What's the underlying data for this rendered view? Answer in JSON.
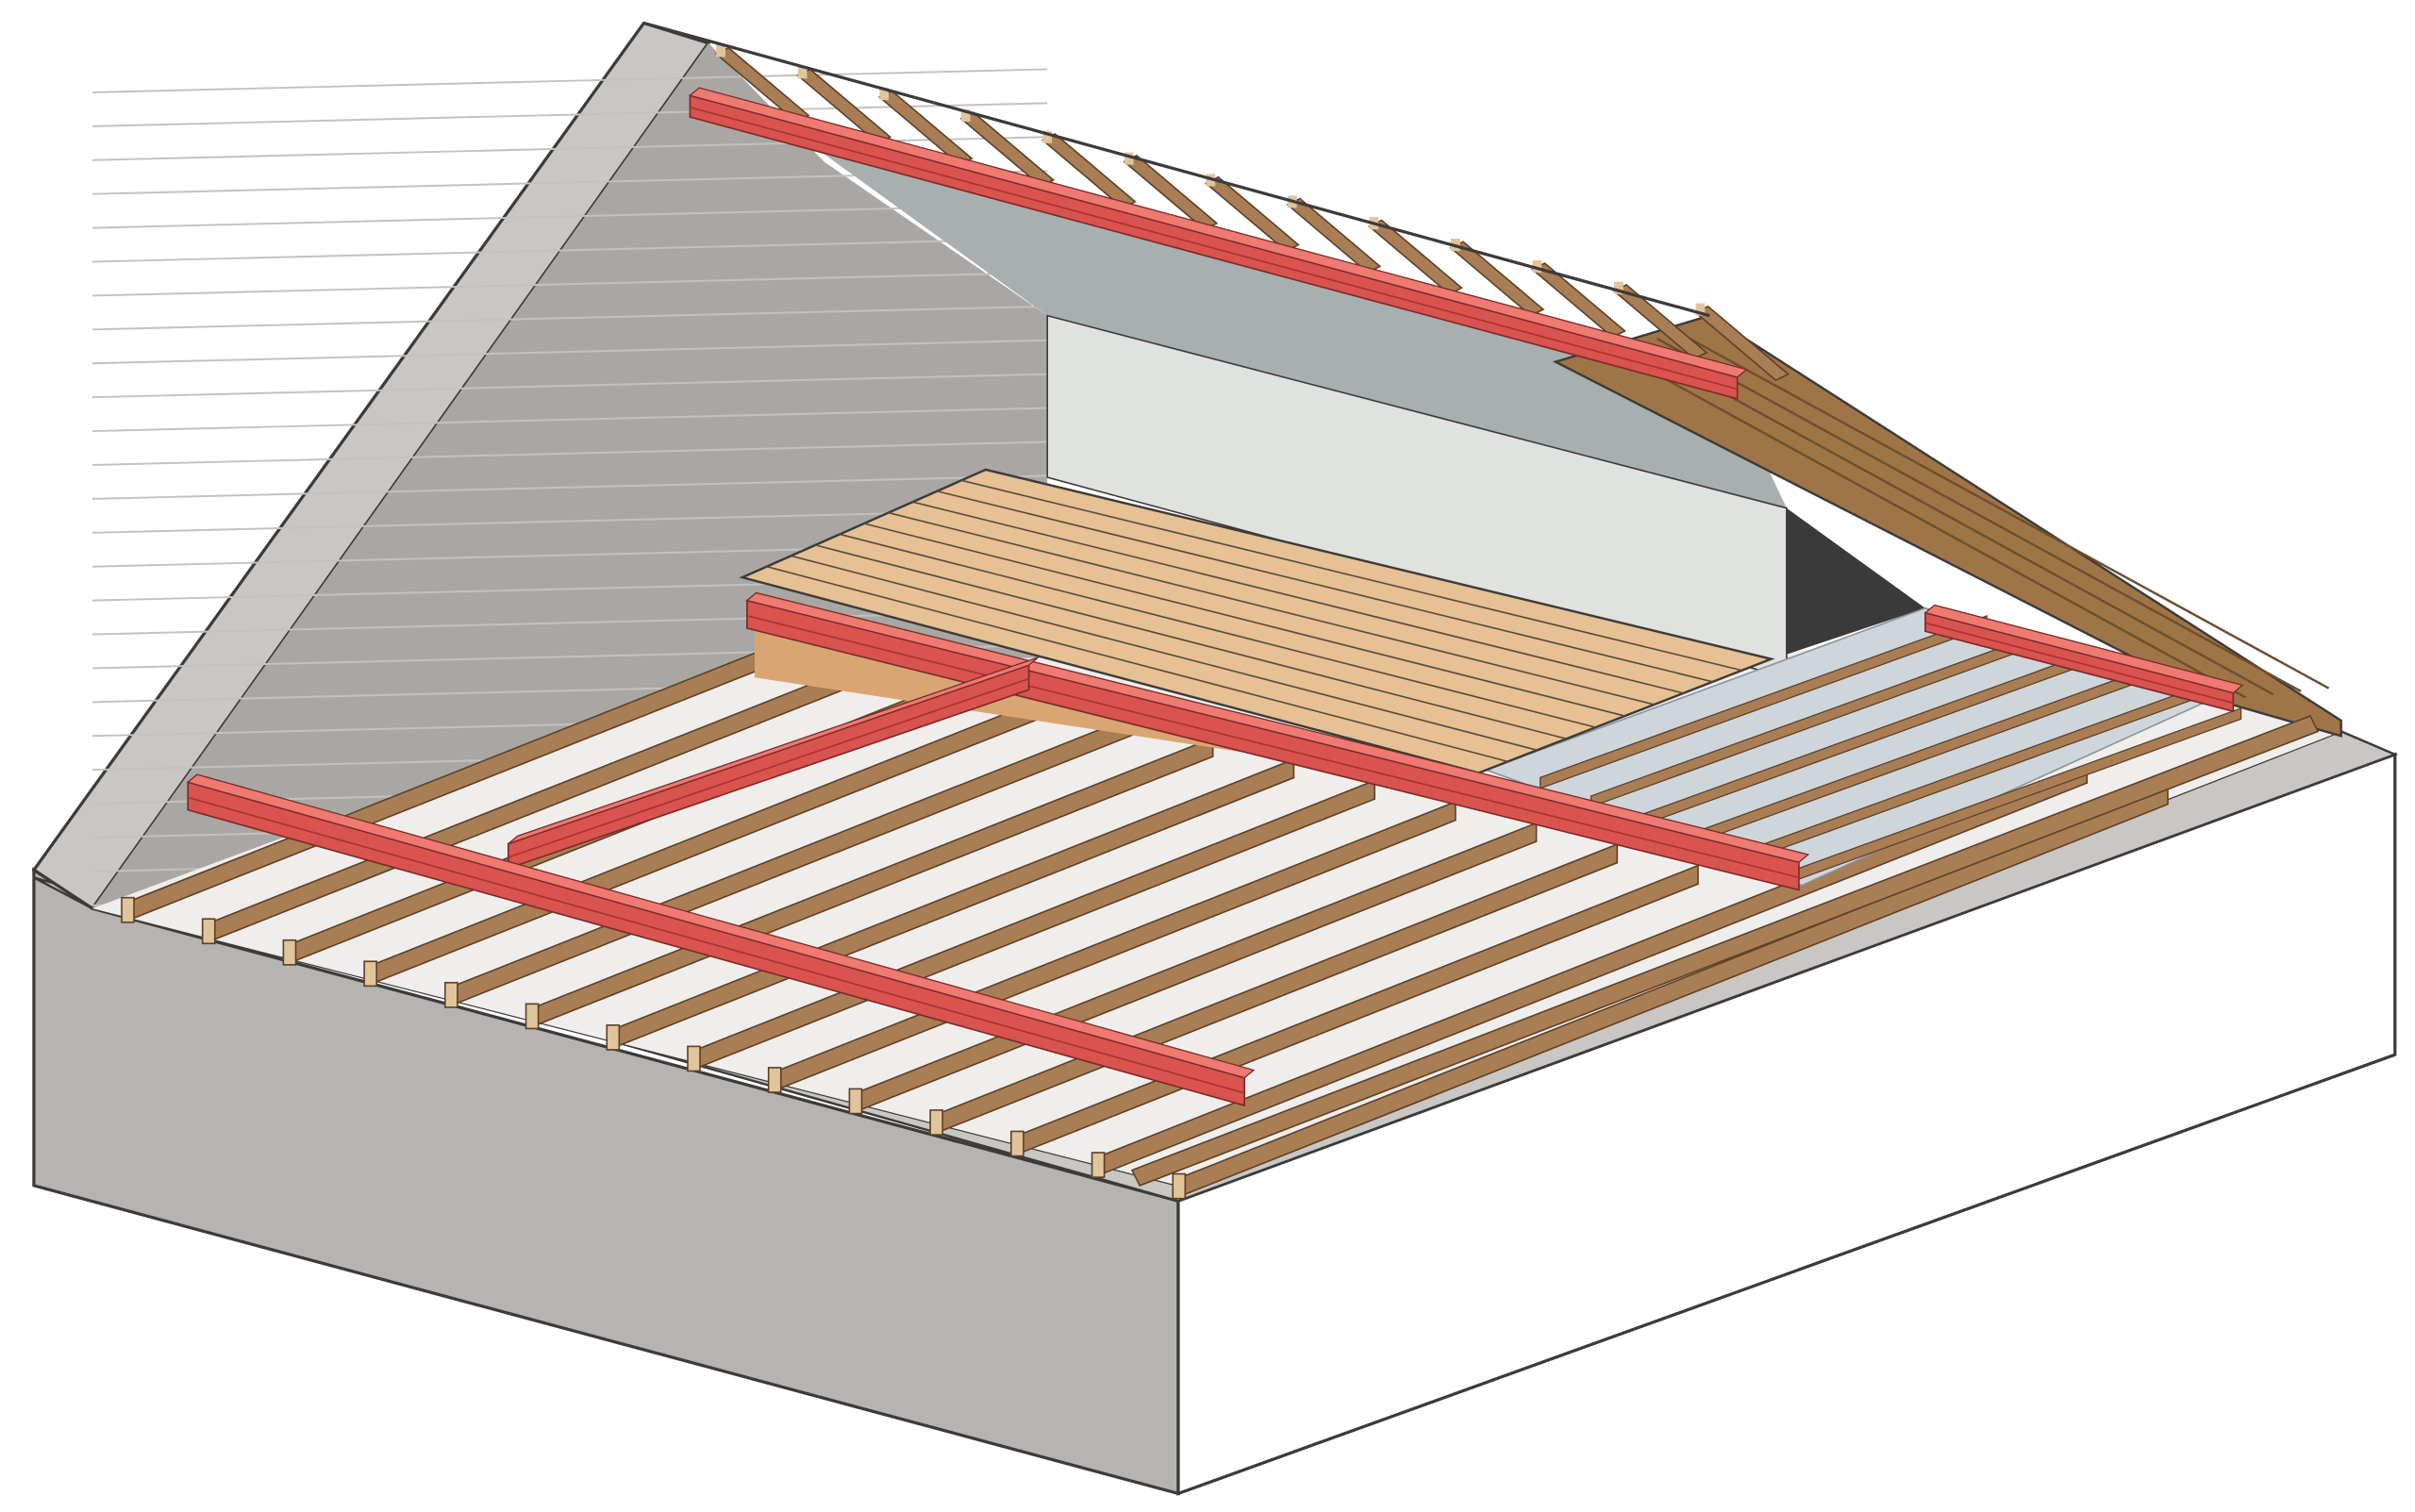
{
  "illustration": {
    "subject": "loft-conversion-cutaway",
    "joist_count": 14,
    "rafter_count": 13
  },
  "colors": {
    "background": "#ffffff",
    "outline": "#3c3b3a",
    "wall_front": "#b5b4b0",
    "wall_right": "#ffffff",
    "gable_edge": "#c9c7c3",
    "brick_face": "#a9a7a3",
    "brick_line": "#c4c2be",
    "ceiling_slope": "#a8afaf",
    "back_wall": "#dfe2de",
    "floor_deck": "#efeeec",
    "timber": "#a97e55",
    "timber_end": "#e2c49a",
    "boarding": "#e6c193",
    "insulation": "#cfd6db",
    "steel_beam": "#d9534f",
    "steel_beam_top": "#ee7a72",
    "roof_slope": "#9f7548"
  }
}
